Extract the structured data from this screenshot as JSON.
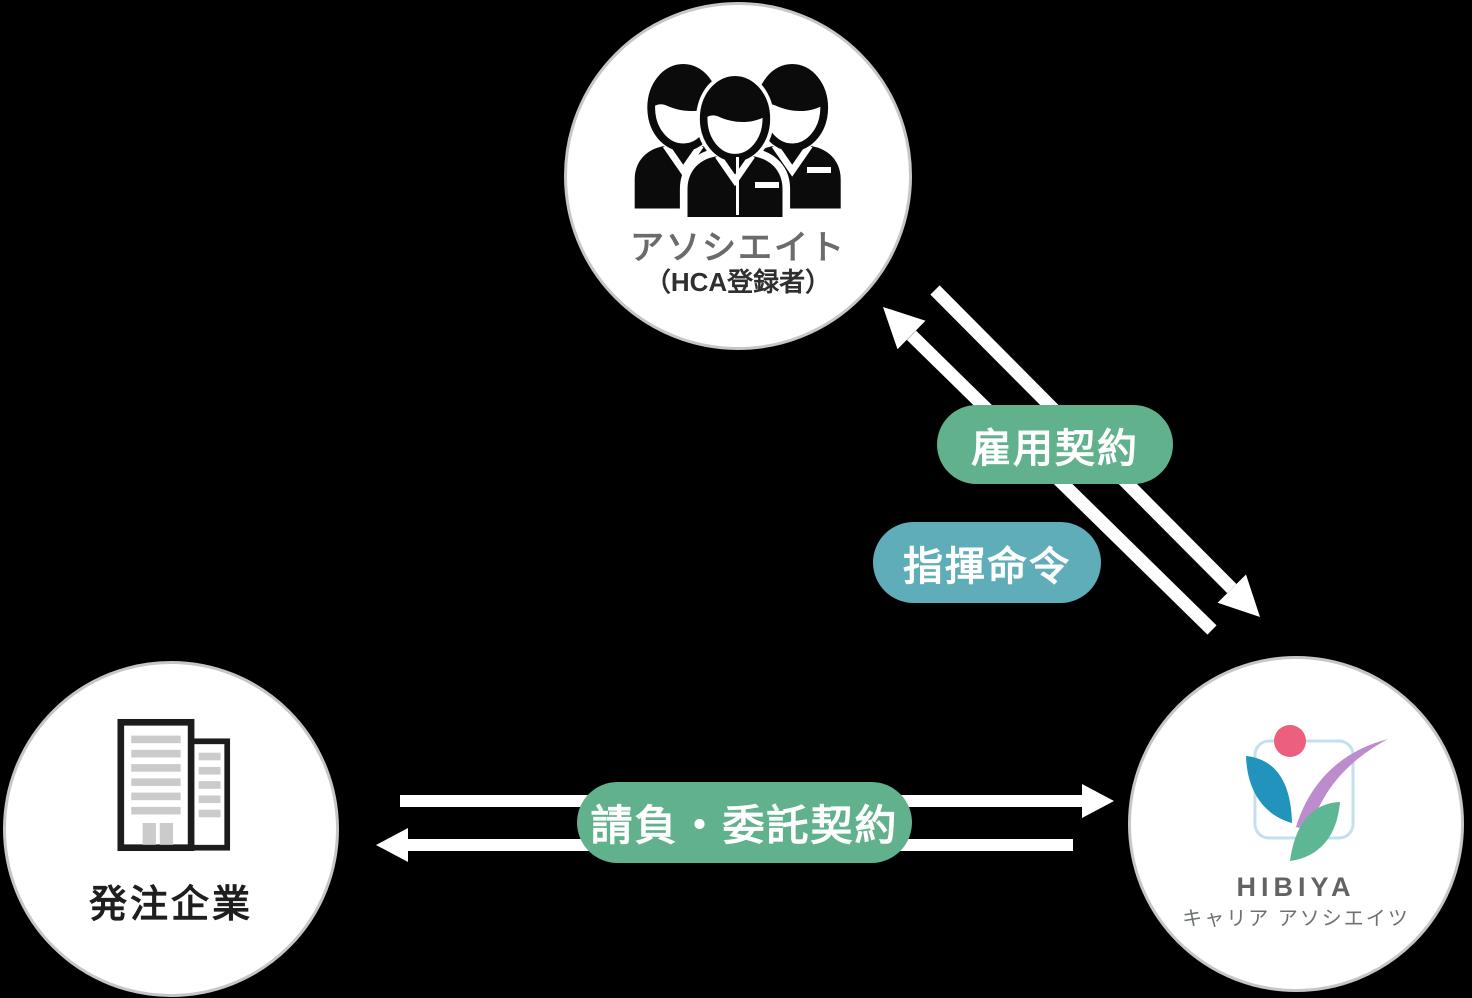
{
  "diagram": {
    "background": "#000000",
    "nodes": {
      "associates": {
        "title": "アソシエイト",
        "subtitle": "（HCA登録者）",
        "icon": "people-group-icon"
      },
      "client": {
        "title": "発注企業",
        "icon": "office-buildings-icon"
      },
      "hibiya": {
        "brand": "HIBIYA",
        "brand_sub": "キャリア アソシエイツ",
        "icon": "hibiya-flower-logo-icon"
      }
    },
    "relationship_labels": {
      "employment": {
        "text": "雇用契約",
        "bg": "#62b18d",
        "text_color": "#ffffff"
      },
      "command": {
        "text": "指揮命令",
        "bg": "#5fadb9",
        "text_color": "#ffffff"
      },
      "contract": {
        "text": "請負・委託契約",
        "bg": "#62b18d",
        "text_color": "#ffffff"
      }
    },
    "arrows": [
      {
        "name": "employment-arrow-up",
        "from": "hibiya",
        "to": "associates",
        "color": "#ffffff"
      },
      {
        "name": "employment-arrow-down",
        "from": "associates",
        "to": "hibiya",
        "color": "#ffffff"
      },
      {
        "name": "contract-arrow-right",
        "from": "client",
        "to": "hibiya",
        "color": "#ffffff"
      },
      {
        "name": "contract-arrow-left",
        "from": "hibiya",
        "to": "client",
        "color": "#ffffff"
      }
    ],
    "logo_colors": {
      "dot": "#ec5f7f",
      "leaf_blue": "#2193bd",
      "petal_purple": "#bd8ccc",
      "leaf_green": "#5eb794",
      "frame": "#c3e0ee"
    },
    "node_style": {
      "fill": "#ffffff",
      "border": "#c6c6c6"
    }
  }
}
